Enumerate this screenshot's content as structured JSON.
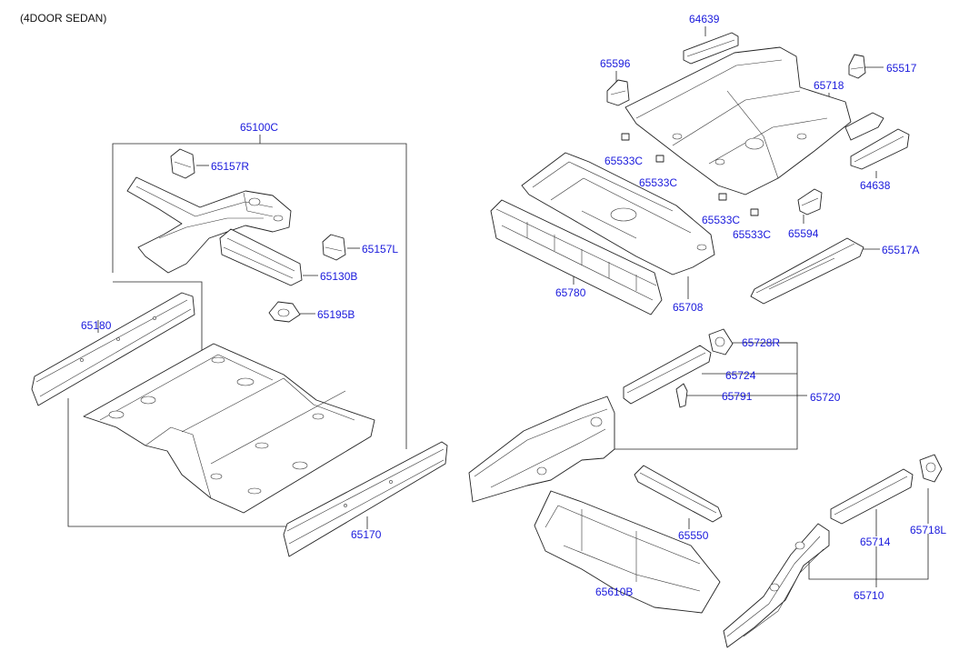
{
  "header": {
    "variant": "(4DOOR SEDAN)"
  },
  "labels": {
    "p64639": "64639",
    "p65596": "65596",
    "p65517": "65517",
    "p65718": "65718",
    "p65533c_1": "65533C",
    "p65533c_2": "65533C",
    "p65533c_3": "65533C",
    "p65533c_4": "65533C",
    "p64638": "64638",
    "p65594": "65594",
    "p65517a": "65517A",
    "p65780": "65780",
    "p65708": "65708",
    "p65100c": "65100C",
    "p65157r": "65157R",
    "p65157l": "65157L",
    "p65130b": "65130B",
    "p65195b": "65195B",
    "p65180": "65180",
    "p65170": "65170",
    "p65728r": "65728R",
    "p65724": "65724",
    "p65791": "65791",
    "p65720": "65720",
    "p65550": "65550",
    "p65610b": "65610B",
    "p65714": "65714",
    "p65718l": "65718L",
    "p65710": "65710"
  },
  "colors": {
    "label": "#1a1adc",
    "line": "#222222",
    "background": "#ffffff"
  }
}
